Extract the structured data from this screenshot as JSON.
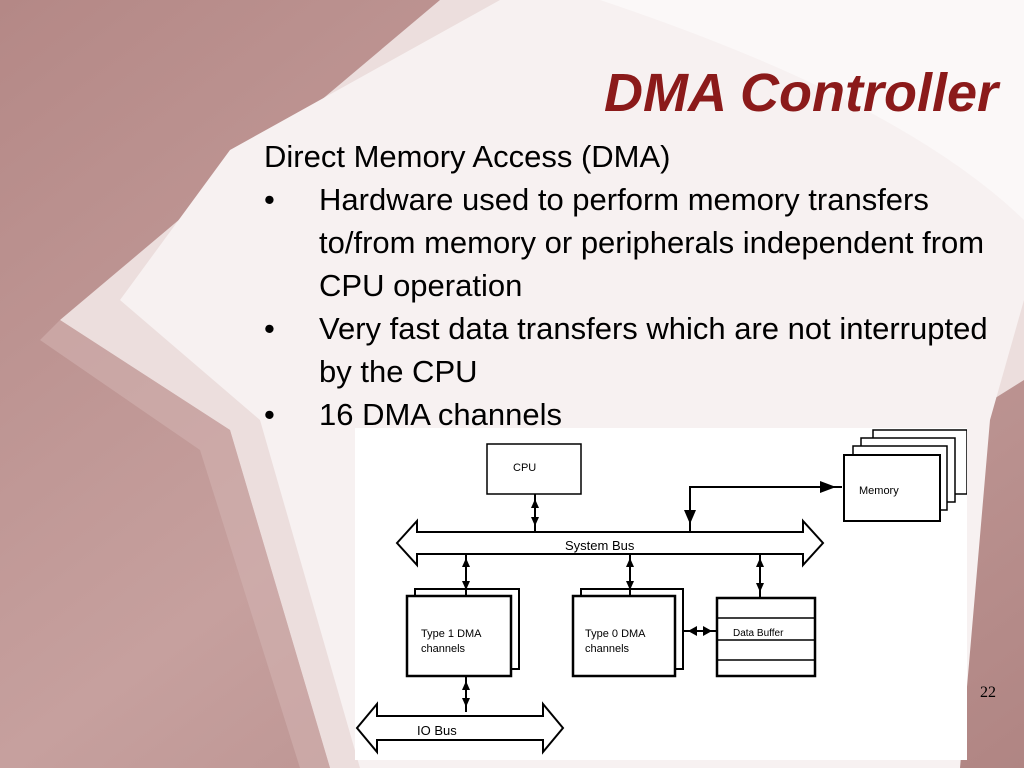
{
  "slide": {
    "title": "DMA Controller",
    "intro": "Direct Memory Access (DMA)",
    "bullet_glyph": "•",
    "bullets": [
      "Hardware used to perform memory transfers to/from memory or peripherals independent from CPU operation",
      "Very fast data transfers which are not interrupted by the CPU",
      "16 DMA channels"
    ],
    "page_number": "22"
  },
  "diagram": {
    "cpu": "CPU",
    "memory": "Memory",
    "system_bus": "System Bus",
    "type1": [
      "Type 1 DMA",
      "channels"
    ],
    "type0": [
      "Type 0 DMA",
      "channels"
    ],
    "data_buffer": "Data Buffer",
    "io_bus": "IO Bus"
  },
  "colors": {
    "title": "#8b1a1a",
    "background_rose": "#c09a98",
    "background_light": "#ede2e1"
  }
}
